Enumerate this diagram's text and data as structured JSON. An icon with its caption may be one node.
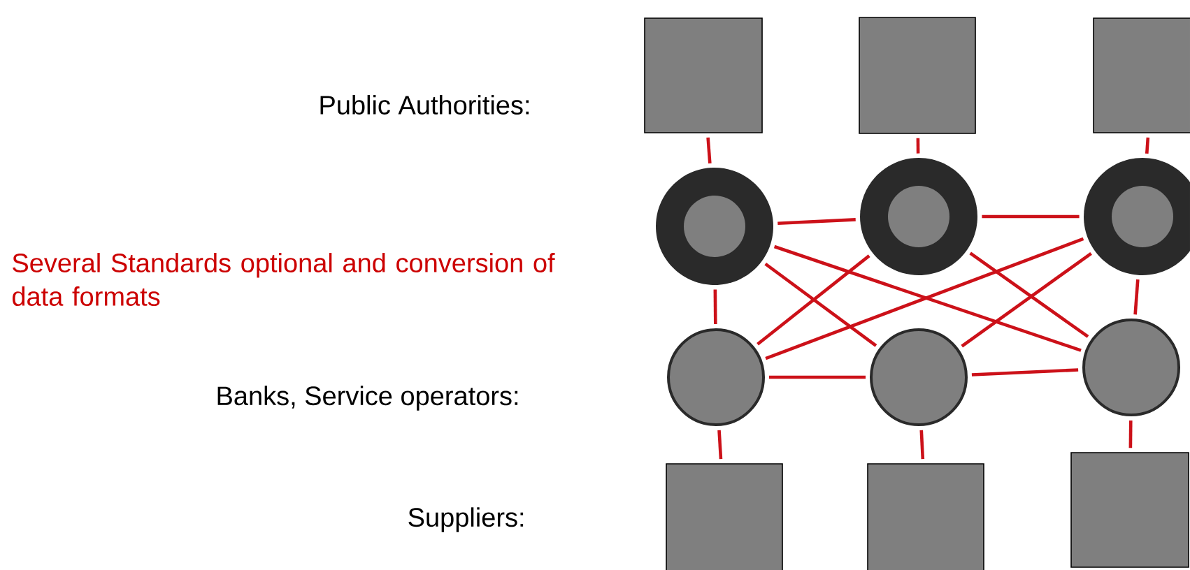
{
  "diagram": {
    "nodes": [
      {
        "text": [],
        "shape": "box"
      },
      {
        "text": [],
        "shape": "box"
      },
      {
        "text": [],
        "shape": "box"
      },
      {
        "text": [],
        "shape": "ring"
      },
      {
        "text": [],
        "shape": "ring"
      },
      {
        "text": [],
        "shape": "ring"
      },
      {
        "text": [],
        "shape": "circle"
      },
      {
        "text": [],
        "shape": "circle"
      },
      {
        "text": [],
        "shape": "circle"
      },
      {
        "text": [],
        "shape": "box"
      },
      {
        "text": [],
        "shape": "box"
      },
      {
        "text": [],
        "shape": "box"
      }
    ],
    "edges": [
      {
        "from": 0,
        "to": 3,
        "arrow": "none"
      },
      {
        "from": 1,
        "to": 4,
        "arrow": "none"
      },
      {
        "from": 2,
        "to": 5,
        "arrow": "none"
      },
      {
        "from": 3,
        "to": 4,
        "arrow": "none"
      },
      {
        "from": 4,
        "to": 5,
        "arrow": "none"
      },
      {
        "from": 3,
        "to": 6,
        "arrow": "none"
      },
      {
        "from": 3,
        "to": 7,
        "arrow": "none"
      },
      {
        "from": 3,
        "to": 8,
        "arrow": "none"
      },
      {
        "from": 4,
        "to": 6,
        "arrow": "none"
      },
      {
        "from": 4,
        "to": 8,
        "arrow": "none"
      },
      {
        "from": 5,
        "to": 6,
        "arrow": "none"
      },
      {
        "from": 5,
        "to": 7,
        "arrow": "none"
      },
      {
        "from": 5,
        "to": 8,
        "arrow": "none"
      },
      {
        "from": 6,
        "to": 7,
        "arrow": "none"
      },
      {
        "from": 7,
        "to": 8,
        "arrow": "none"
      },
      {
        "from": 6,
        "to": 9,
        "arrow": "none"
      },
      {
        "from": 7,
        "to": 10,
        "arrow": "none"
      },
      {
        "from": 8,
        "to": 11,
        "arrow": "none"
      }
    ],
    "labels": [
      "Public Authorities:",
      "Several Standards optional and conversion of data formats",
      "Banks, Service operators:",
      "Suppliers:"
    ]
  }
}
